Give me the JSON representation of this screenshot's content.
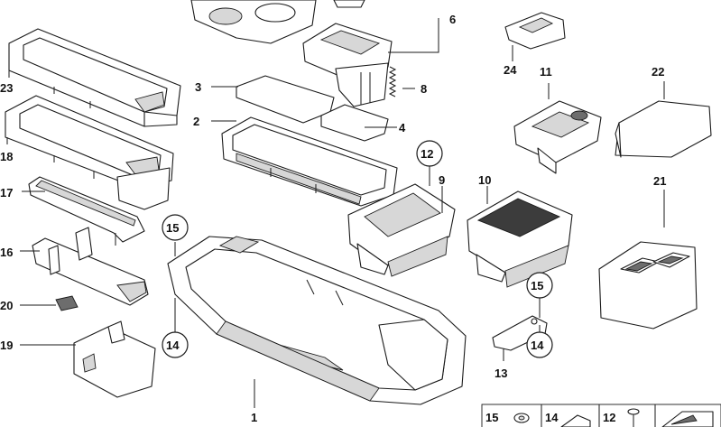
{
  "callouts": {
    "c1": "1",
    "c2": "2",
    "c3": "3",
    "c4": "4",
    "c6": "6",
    "c8": "8",
    "c9": "9",
    "c10": "10",
    "c11": "11",
    "c12": "12",
    "c13": "13",
    "c14a": "14",
    "c14b": "14",
    "c15a": "15",
    "c15b": "15",
    "c16": "16",
    "c17": "17",
    "c18": "18",
    "c19": "19",
    "c20": "20",
    "c21": "21",
    "c22": "22",
    "c23": "23",
    "c24": "24"
  },
  "legend": {
    "k15": "15",
    "k14": "14",
    "k12": "12"
  }
}
